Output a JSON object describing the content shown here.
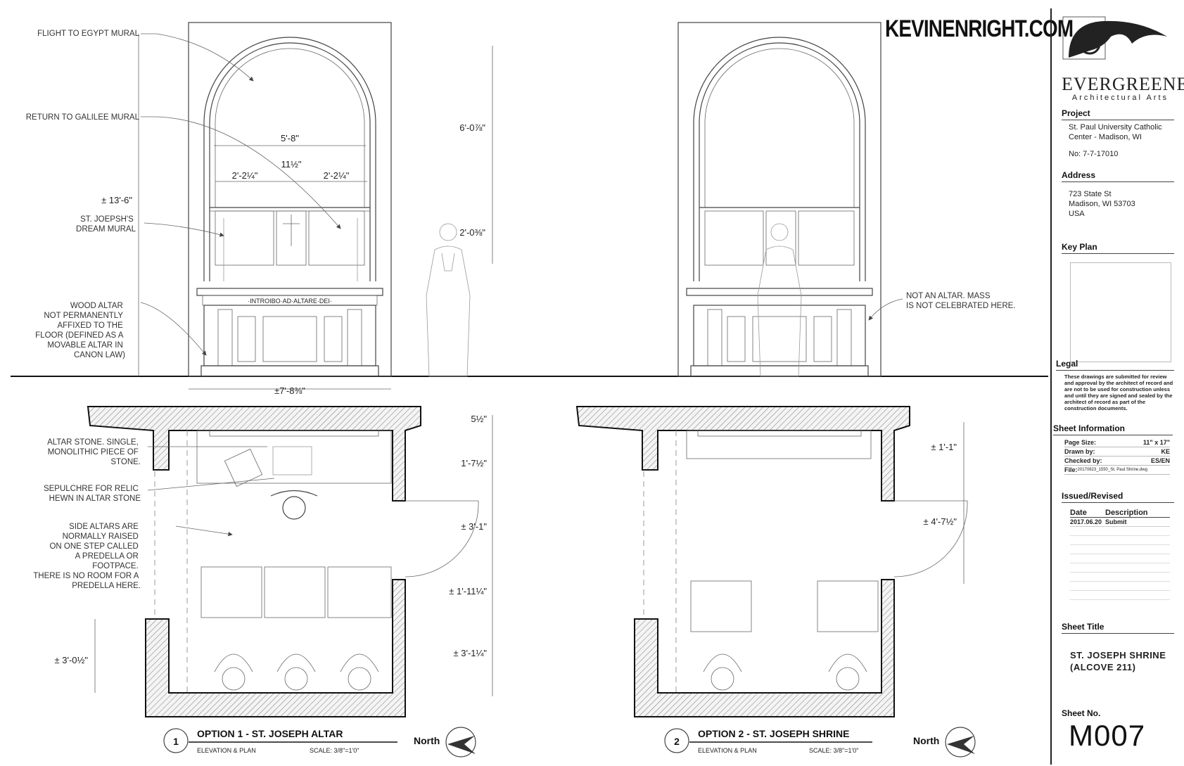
{
  "brand": "KEVINENRIGHT.COM",
  "firm": {
    "name": "EVERGREENE",
    "tagline": "Architectural Arts"
  },
  "notes_left": {
    "flight": "FLIGHT TO EGYPT MURAL",
    "galilee": "RETURN TO GALILEE MURAL",
    "dream": [
      "ST. JOEPSH'S",
      "DREAM MURAL"
    ],
    "wood_altar": [
      "WOOD ALTAR",
      "NOT PERMANENTLY",
      "AFFIXED TO THE",
      "FLOOR (DEFINED AS A",
      "MOVABLE ALTAR IN",
      "CANON LAW)"
    ],
    "altar_stone": [
      "ALTAR STONE. SINGLE,",
      "MONOLITHIC PIECE OF",
      "STONE."
    ],
    "sepulchre": [
      "SEPULCHRE FOR RELIC",
      "HEWN IN ALTAR STONE"
    ],
    "side_altars": [
      "SIDE ALTARS ARE",
      "NORMALLY RAISED",
      "ON ONE STEP CALLED",
      "A PREDELLA OR",
      "FOOTPACE.",
      "THERE IS NO ROOM FOR A",
      "PREDELLA HERE."
    ]
  },
  "note_right": [
    "NOT AN ALTAR. MASS",
    "IS NOT CELEBRATED HERE."
  ],
  "altar_inscription": "·INTROIBO·AD·ALTARE·DEI·",
  "dims": {
    "height": "± 13'-6\"",
    "arch_width": "5'-8\"",
    "side_panel_left": "2'-2¼\"",
    "center_panel": "11½\"",
    "side_panel_right": "2'-2¼\"",
    "arch_height": "6'-0⅞\"",
    "lower_height": "2'-0⅜\"",
    "elev_width": "±7'-8⅜\"",
    "plan1_top": "5½\"",
    "plan1_altar": "1'-7½\"",
    "plan1_mid": "± 3'-1\"",
    "plan1_kneeler": "± 1'-11¼\"",
    "plan1_bottom": "± 3'-1¼\"",
    "plan1_left": "± 3'-0½\"",
    "plan2_top": "± 1'-1\"",
    "plan2_mid": "± 4'-7½\""
  },
  "views": [
    {
      "number": "1",
      "title": "OPTION 1 - ST. JOSEPH ALTAR",
      "sub": "ELEVATION & PLAN",
      "scale": "SCALE: 3/8\"=1'0\"",
      "north": "North"
    },
    {
      "number": "2",
      "title": "OPTION 2 - ST. JOSEPH SHRINE",
      "sub": "ELEVATION & PLAN",
      "scale": "SCALE: 3/8\"=1'0\"",
      "north": "North"
    }
  ],
  "titleblock": {
    "project_label": "Project",
    "project_lines": [
      "St. Paul University Catholic",
      "Center - Madison, WI"
    ],
    "project_no": "No: 7-7-17010",
    "address_label": "Address",
    "address_lines": [
      "723 State St",
      "Madison, WI 53703",
      "USA"
    ],
    "keyplan_label": "Key Plan",
    "legal_label": "Legal",
    "legal_text": "These drawings are submitted for review and approval by the architect of record and are not to be used for construction unless and until they are signed and sealed by the architect of record as part of the construction documents.",
    "sheetinfo_label": "Sheet Information",
    "page_size_k": "Page Size:",
    "page_size_v": "11\" x 17\"",
    "drawn_k": "Drawn by:",
    "drawn_v": "KE",
    "checked_k": "Checked by:",
    "checked_v": "ES/EN",
    "file_k": "File:",
    "file_v": "20170823_1550_St. Paul Shrine.dwg",
    "issued_label": "Issued/Revised",
    "col_date": "Date",
    "col_desc": "Description",
    "rev_date": "2017.06.20",
    "rev_desc": "Submit",
    "sheettitle_label": "Sheet Title",
    "sheet_title": [
      "ST. JOSEPH SHRINE",
      "(ALCOVE 211)"
    ],
    "sheetno_label": "Sheet No.",
    "sheet_no": "M007"
  }
}
